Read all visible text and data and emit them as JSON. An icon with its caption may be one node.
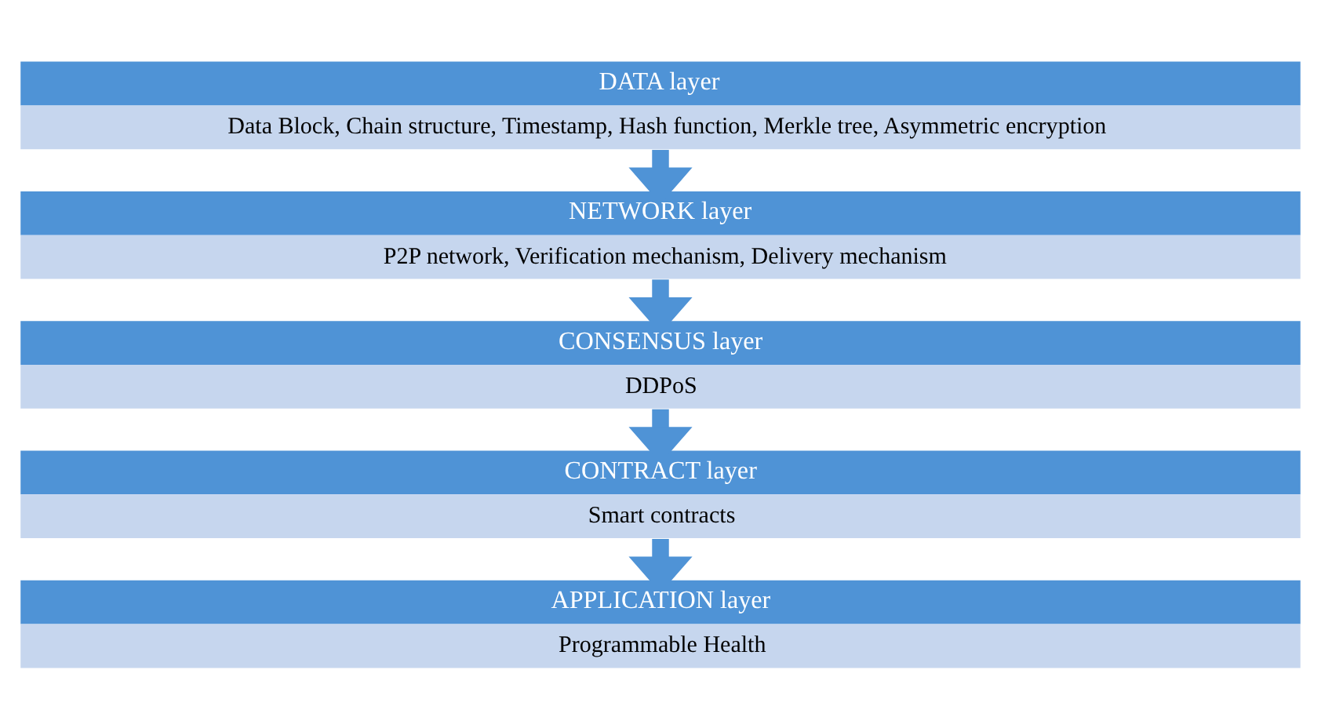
{
  "diagram": {
    "nodes": [
      {
        "text": [
          "DATA layer",
          "Data Block, Chain structure, Timestamp, Hash function, Merkle tree, Asymmetric encryption"
        ]
      },
      {
        "text": [
          "NETWORK layer",
          "P2P network, Verification mechanism, Delivery mechanism"
        ]
      },
      {
        "text": [
          "CONSENSUS layer",
          "DDPoS"
        ]
      },
      {
        "text": [
          "CONTRACT layer",
          "Smart contracts"
        ]
      },
      {
        "text": [
          "APPLICATION layer",
          "Programmable Health"
        ]
      }
    ],
    "edges": [
      {
        "from": 0,
        "to": 1,
        "arrow": "to"
      },
      {
        "from": 1,
        "to": 2,
        "arrow": "to"
      },
      {
        "from": 2,
        "to": 3,
        "arrow": "to"
      },
      {
        "from": 3,
        "to": 4,
        "arrow": "to"
      }
    ]
  }
}
